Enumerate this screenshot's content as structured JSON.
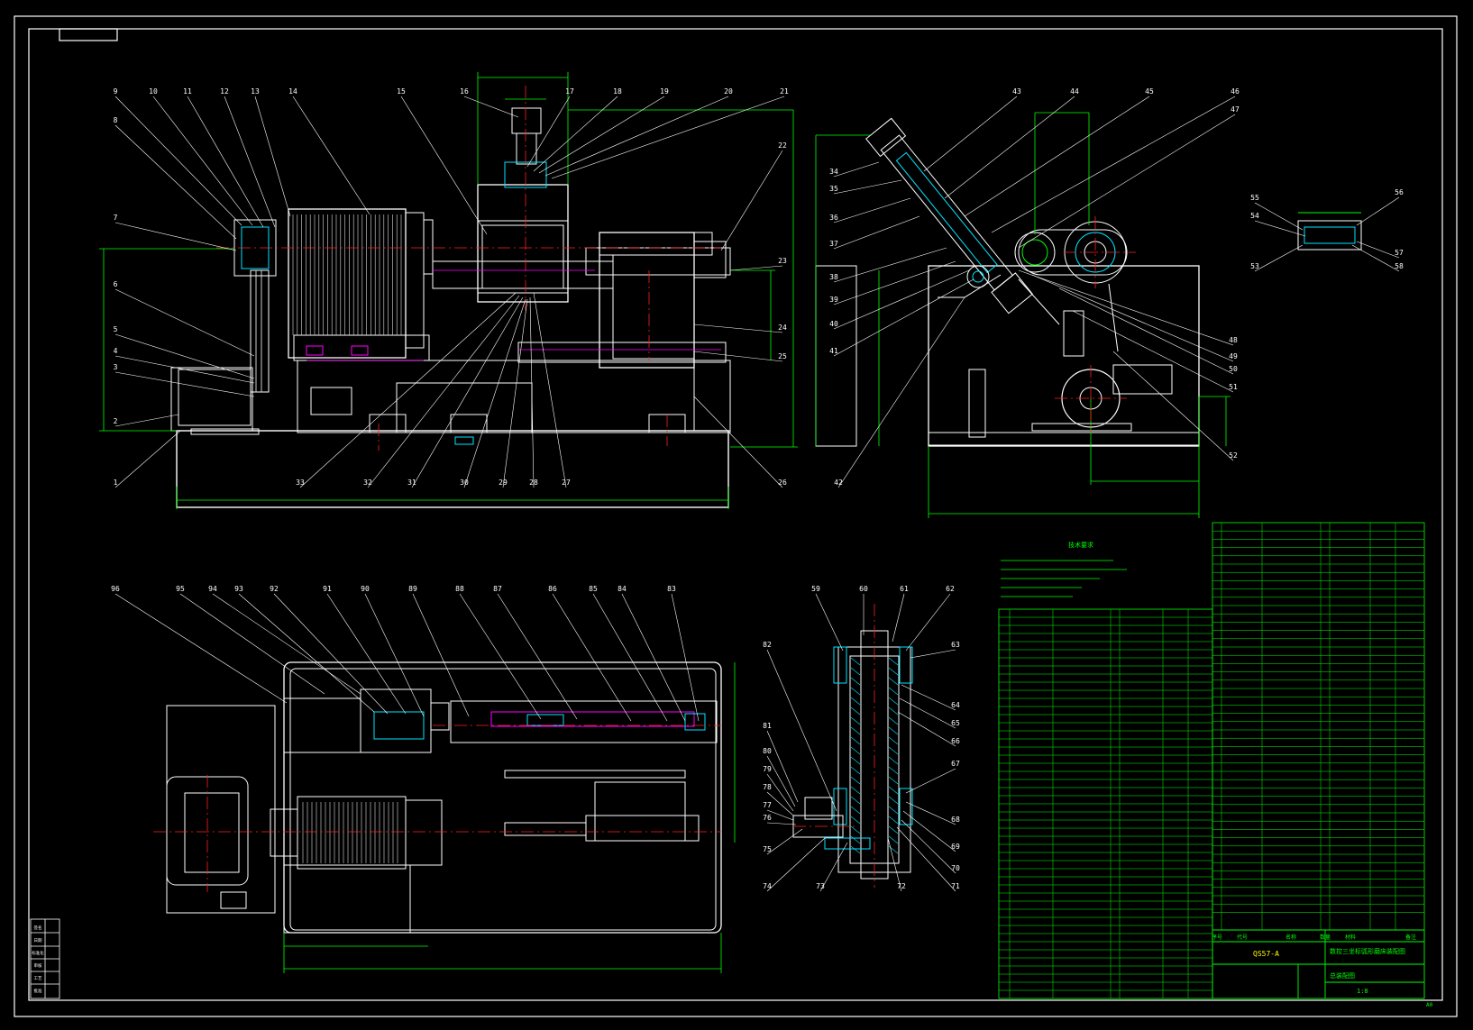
{
  "colors": {
    "background": "#000000",
    "outline": "#ffffff",
    "dimension": "#00ff00",
    "centerline": "#ff2020",
    "hidden": "#ff00ff",
    "accent": "#00e5ff",
    "yellow": "#ffff00"
  },
  "title_block": {
    "drawing_no": "QS57-A",
    "title": "数控三坐标弧形磨床装配图",
    "subtitle": "总装配图",
    "scale": "1:8",
    "sheet": "A0"
  },
  "views": {
    "front": {
      "top_labels": [
        "9",
        "10",
        "11",
        "12",
        "13",
        "14",
        "15",
        "16",
        "17",
        "18",
        "19",
        "20",
        "21"
      ],
      "left_labels": [
        "8",
        "7",
        "6",
        "5",
        "4",
        "3",
        "2",
        "1"
      ],
      "right_labels": [
        "22",
        "23",
        "24",
        "25",
        "26"
      ],
      "bottom_labels": [
        "33",
        "32",
        "31",
        "30",
        "29",
        "28",
        "27"
      ]
    },
    "side": {
      "left_labels": [
        "34",
        "35",
        "36",
        "37",
        "38",
        "39",
        "40",
        "41",
        "42"
      ],
      "top_labels": [
        "43",
        "44",
        "45",
        "46",
        "47"
      ],
      "right_labels": [
        "48",
        "49",
        "50",
        "51",
        "52"
      ]
    },
    "detail_small": {
      "labels": [
        "55",
        "54",
        "53",
        "56",
        "57",
        "58"
      ]
    },
    "plan": {
      "top_labels": [
        "96",
        "95",
        "94",
        "93",
        "92",
        "91",
        "90",
        "89",
        "88",
        "87",
        "86",
        "85",
        "84",
        "83"
      ]
    },
    "section": {
      "top_labels": [
        "59",
        "60",
        "61",
        "62"
      ],
      "right_labels": [
        "63",
        "64",
        "65",
        "66",
        "67",
        "68",
        "69",
        "70",
        "71",
        "72"
      ],
      "left_labels": [
        "82",
        "81",
        "80",
        "79",
        "78",
        "77",
        "76",
        "75",
        "74",
        "73"
      ]
    }
  },
  "notes_heading": "技术要求",
  "bom_header": [
    "序号",
    "代号",
    "名称",
    "数量",
    "材料",
    "备注"
  ],
  "left_strip_labels": [
    "签名",
    "日期",
    "标准化",
    "审核",
    "工艺",
    "批准"
  ]
}
